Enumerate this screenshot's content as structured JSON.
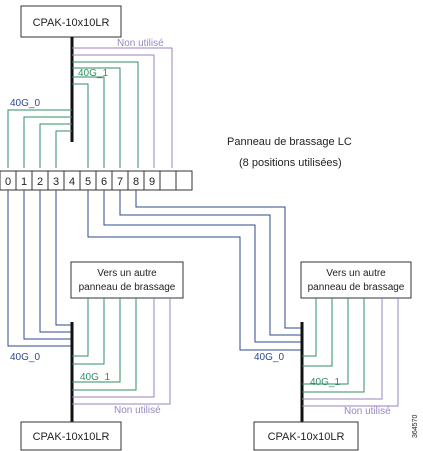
{
  "colors": {
    "line": "#111111",
    "green": "#2f8f62",
    "blue": "#2d4a8c",
    "purple": "#9a86c2",
    "box_border": "#333333",
    "text": "#222222"
  },
  "top_device": {
    "label": "CPAK-10x10LR"
  },
  "top_labels": {
    "non_utilise": "Non utilisé",
    "g40_1": "40G_1",
    "g40_0": "40G_0"
  },
  "patch_panel": {
    "title_line1": "Panneau de brassage LC",
    "title_line2": "(8 positions utilisées)",
    "positions": [
      "0",
      "1",
      "2",
      "3",
      "4",
      "5",
      "6",
      "7",
      "8",
      "9",
      "",
      ""
    ]
  },
  "left_assembly": {
    "note_line1": "Vers un autre",
    "note_line2": "panneau de brassage",
    "g40_0": "40G_0",
    "g40_1": "40G_1",
    "non_utilise": "Non utilisé",
    "device_label": "CPAK-10x10LR"
  },
  "right_assembly": {
    "note_line1": "Vers un autre",
    "note_line2": "panneau de brassage",
    "g40_0": "40G_0",
    "g40_1": "40G_1",
    "non_utilise": "Non utilisé",
    "device_label": "CPAK-10x10LR"
  },
  "figure_id": "364570"
}
